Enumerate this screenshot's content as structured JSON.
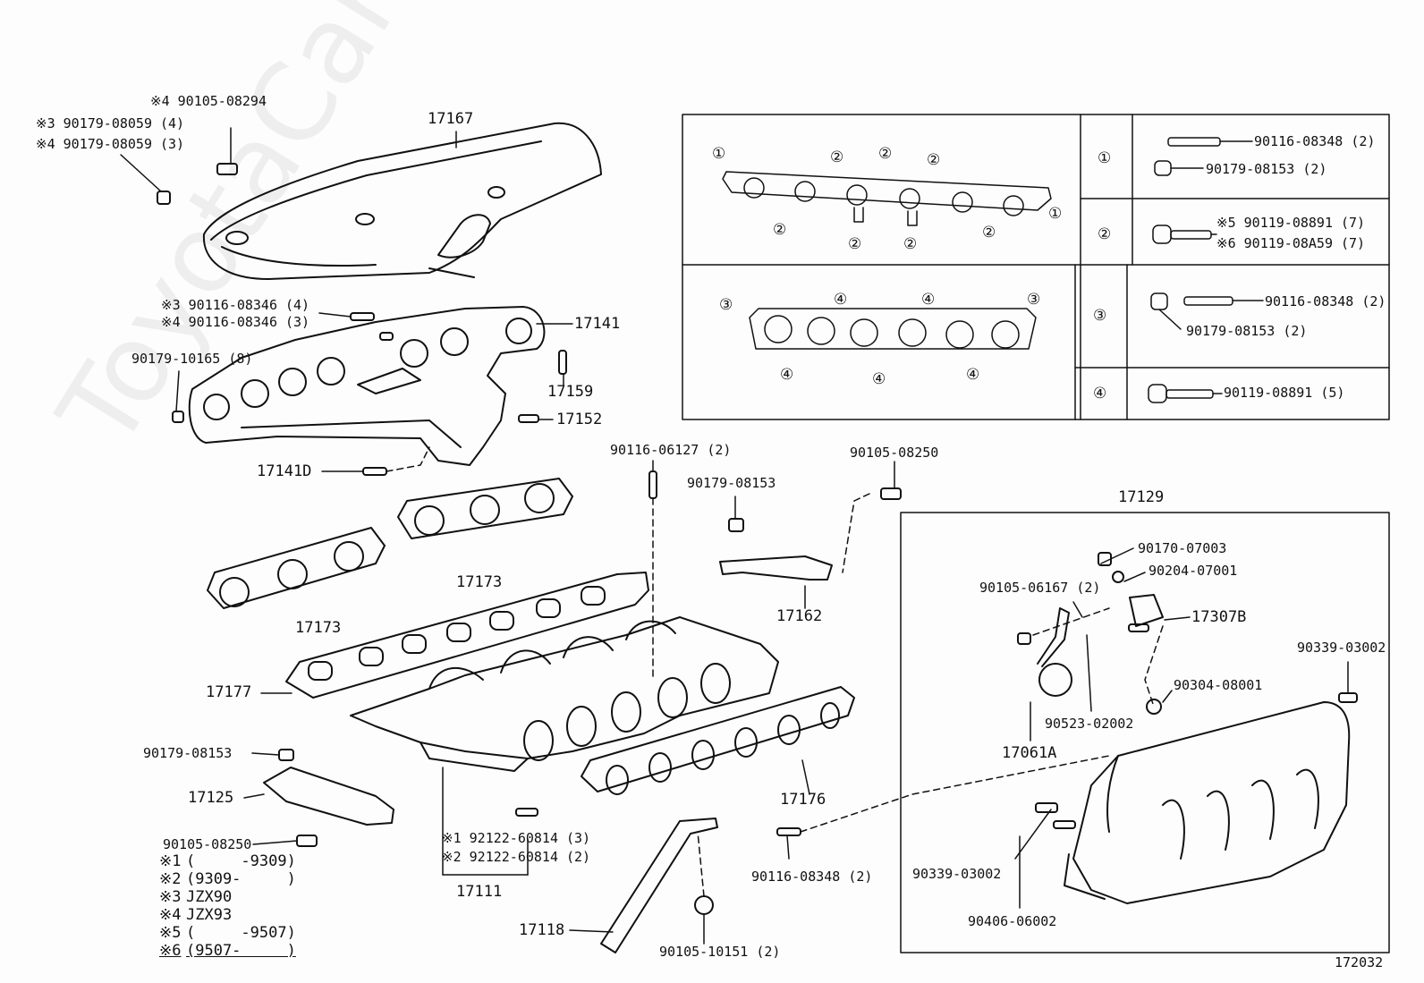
{
  "watermark": "ToyotaCarMine.ru",
  "diagram_number": "172032",
  "callouts": {
    "c4_90105_08294": "※4 90105-08294",
    "c3_90179_08059": "※3 90179-08059 (4)",
    "c4_90179_08059": "※4 90179-08059 (3)",
    "p17167": "17167",
    "c3_90116_08346": "※3 90116-08346 (4)",
    "c4_90116_08346": "※4 90116-08346 (3)",
    "p17141": "17141",
    "p90179_10165": "90179-10165 (8)",
    "p17159": "17159",
    "p17152": "17152",
    "p17141D": "17141D",
    "p90116_06127": "90116-06127 (2)",
    "p90179_08153_top": "90179-08153",
    "p90105_08250_top": "90105-08250",
    "p17173_right": "17173",
    "p17173_left": "17173",
    "p17162": "17162",
    "p17177": "17177",
    "p90179_08153_left": "90179-08153",
    "p17125": "17125",
    "p90105_08250_left": "90105-08250",
    "p17176": "17176",
    "c1_92122": "※1 92122-60814 (3)",
    "c2_92122": "※2 92122-60814 (2)",
    "p17111": "17111",
    "p17118": "17118",
    "p90105_10151": "90105-10151 (2)",
    "p90116_08348_bottom": "90116-08348 (2)",
    "p17129": "17129",
    "p90170_07003": "90170-07003",
    "p90204_07001": "90204-07001",
    "p90105_06167": "90105-06167 (2)",
    "p17307B": "17307B",
    "p90339_03002_right": "90339-03002",
    "p90304_08001": "90304-08001",
    "p90523_02002": "90523-02002",
    "p17061A": "17061A",
    "p90339_03002_left": "90339-03002",
    "p90406_06002": "90406-06002"
  },
  "legend": [
    {
      "mark": "※1",
      "text": "(     -9309)"
    },
    {
      "mark": "※2",
      "text": "(9309-     )"
    },
    {
      "mark": "※3",
      "text": "JZX90"
    },
    {
      "mark": "※4",
      "text": "JZX93"
    },
    {
      "mark": "※5",
      "text": "(     -9507)"
    },
    {
      "mark": "※6",
      "text": "(9507-     )"
    }
  ],
  "fastener_table": {
    "row1": {
      "key": "①",
      "items": [
        "90116-08348 (2)",
        "90179-08153 (2)"
      ]
    },
    "row2": {
      "key": "②",
      "items": [
        "※5 90119-08891 (7)",
        "※6 90119-08A59 (7)"
      ]
    },
    "row3": {
      "key": "③",
      "items": [
        "90116-08348 (2)",
        "90179-08153 (2)"
      ]
    },
    "row4": {
      "key": "④",
      "items": [
        "90119-08891 (5)"
      ]
    },
    "gasket_marks": {
      "m1": "①",
      "m2": "②",
      "m3": "③",
      "m4": "④"
    }
  }
}
